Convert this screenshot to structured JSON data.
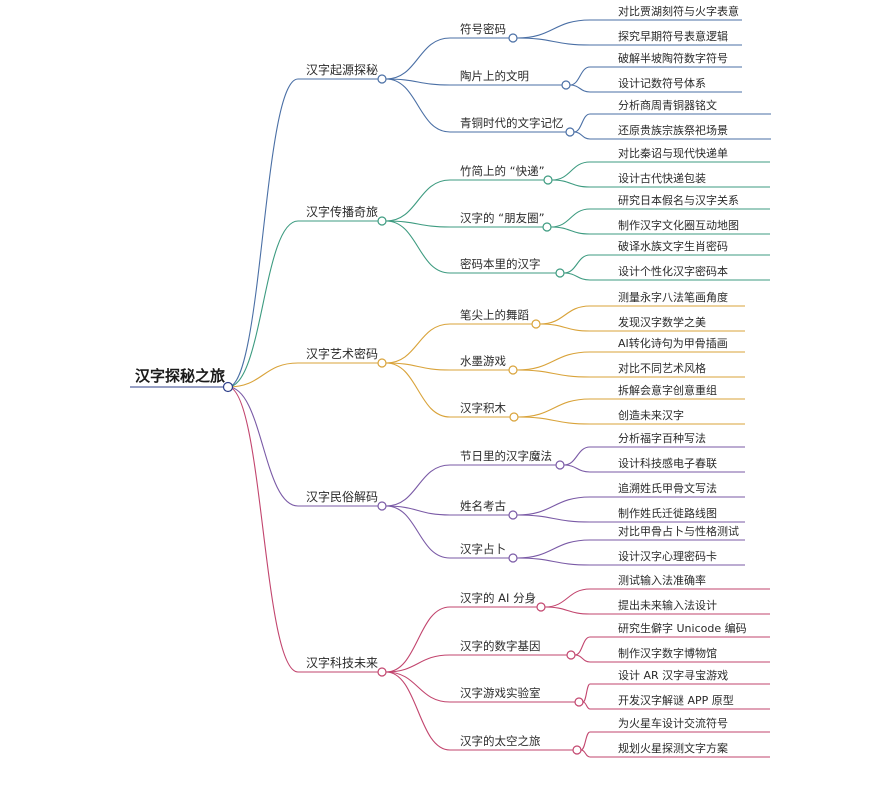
{
  "root": "汉字探秘之旅",
  "branches": [
    {
      "label": "汉字起源探秘",
      "color": "#4a6fa5",
      "children": [
        {
          "label": "符号密码",
          "leaves": [
            "对比贾湖刻符与火字表意",
            "探究早期符号表意逻辑"
          ]
        },
        {
          "label": "陶片上的文明",
          "leaves": [
            "破解半坡陶符数字符号",
            "设计记数符号体系"
          ]
        },
        {
          "label": "青铜时代的文字记忆",
          "leaves": [
            "分析商周青铜器铭文",
            "还原贵族宗族祭祀场景"
          ]
        }
      ]
    },
    {
      "label": "汉字传播奇旅",
      "color": "#3d9b80",
      "children": [
        {
          "label": "竹简上的 “快递”",
          "leaves": [
            "对比秦诏与现代快递单",
            "设计古代快递包装"
          ]
        },
        {
          "label": "汉字的 “朋友圈”",
          "leaves": [
            "研究日本假名与汉字关系",
            "制作汉字文化圈互动地图"
          ]
        },
        {
          "label": "密码本里的汉字",
          "leaves": [
            "破译水族文字生肖密码",
            "设计个性化汉字密码本"
          ]
        }
      ]
    },
    {
      "label": "汉字艺术密码",
      "color": "#d9a33a",
      "children": [
        {
          "label": "笔尖上的舞蹈",
          "leaves": [
            "测量永字八法笔画角度",
            "发现汉字数学之美"
          ]
        },
        {
          "label": "水墨游戏",
          "leaves": [
            "AI转化诗句为甲骨插画",
            "对比不同艺术风格"
          ]
        },
        {
          "label": "汉字积木",
          "leaves": [
            "拆解会意字创意重组",
            "创造未来汉字"
          ]
        }
      ]
    },
    {
      "label": "汉字民俗解码",
      "color": "#7a5aa6",
      "children": [
        {
          "label": "节日里的汉字魔法",
          "leaves": [
            "分析福字百种写法",
            "设计科技感电子春联"
          ]
        },
        {
          "label": "姓名考古",
          "leaves": [
            "追溯姓氏甲骨文写法",
            "制作姓氏迁徙路线图"
          ]
        },
        {
          "label": "汉字占卜",
          "leaves": [
            "对比甲骨占卜与性格测试",
            "设计汉字心理密码卡"
          ]
        }
      ]
    },
    {
      "label": "汉字科技未来",
      "color": "#c2456e",
      "children": [
        {
          "label": "汉字的 AI 分身",
          "leaves": [
            "测试输入法准确率",
            "提出未来输入法设计"
          ]
        },
        {
          "label": "汉字的数字基因",
          "leaves": [
            "研究生僻字 Unicode 编码",
            "制作汉字数字博物馆"
          ]
        },
        {
          "label": "汉字游戏实验室",
          "leaves": [
            "设计 AR 汉字寻宝游戏",
            "开发汉字解谜 APP 原型"
          ]
        },
        {
          "label": "汉字的太空之旅",
          "leaves": [
            "为火星车设计交流符号",
            "规划火星探测文字方案"
          ]
        }
      ]
    }
  ]
}
